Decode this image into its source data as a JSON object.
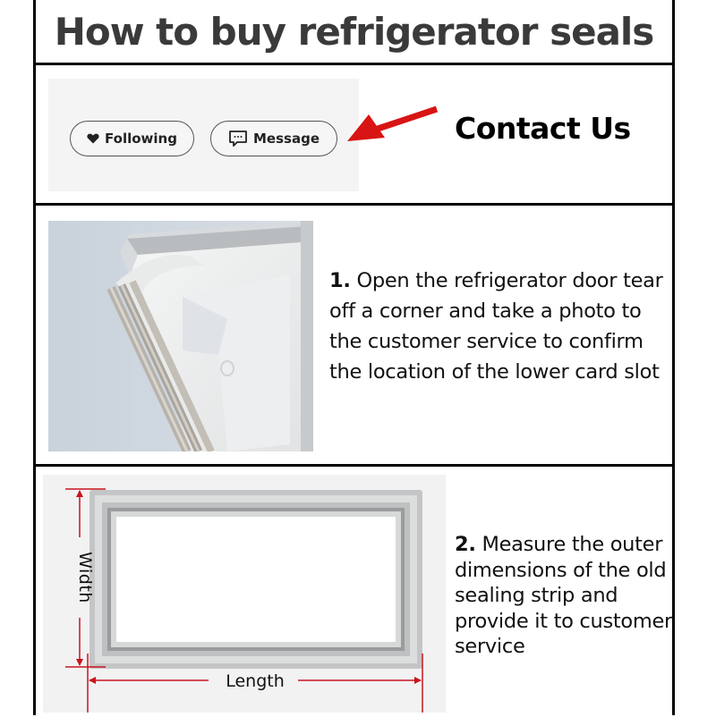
{
  "header": {
    "title": "How to buy refrigerator seals"
  },
  "contact_section": {
    "following_button": {
      "label": "Following",
      "icon": "heart-icon"
    },
    "message_button": {
      "label": "Message",
      "icon": "chat-bubble-icon"
    },
    "arrow": {
      "icon": "arrow-left-icon",
      "color": "#d81414"
    },
    "heading": "Contact Us"
  },
  "steps": [
    {
      "number": "1.",
      "text": " Open the refrigerator door tear off a corner and take a photo to the customer service to confirm the location of the lower card slot",
      "image": "refrigerator-door-seal-corner-photo"
    },
    {
      "number": "2.",
      "text": " Measure the outer dimensions of the old sealing strip and provide it to customer service",
      "image": "door-seal-dimension-diagram",
      "diagram_labels": {
        "width": "Width",
        "length": "Length"
      },
      "dimension_color": "#c8141e"
    }
  ],
  "colors": {
    "title_text": "#3a3a3a",
    "border": "#000000",
    "accent_red": "#d81414",
    "panel_bg": "#f4f4f4"
  }
}
